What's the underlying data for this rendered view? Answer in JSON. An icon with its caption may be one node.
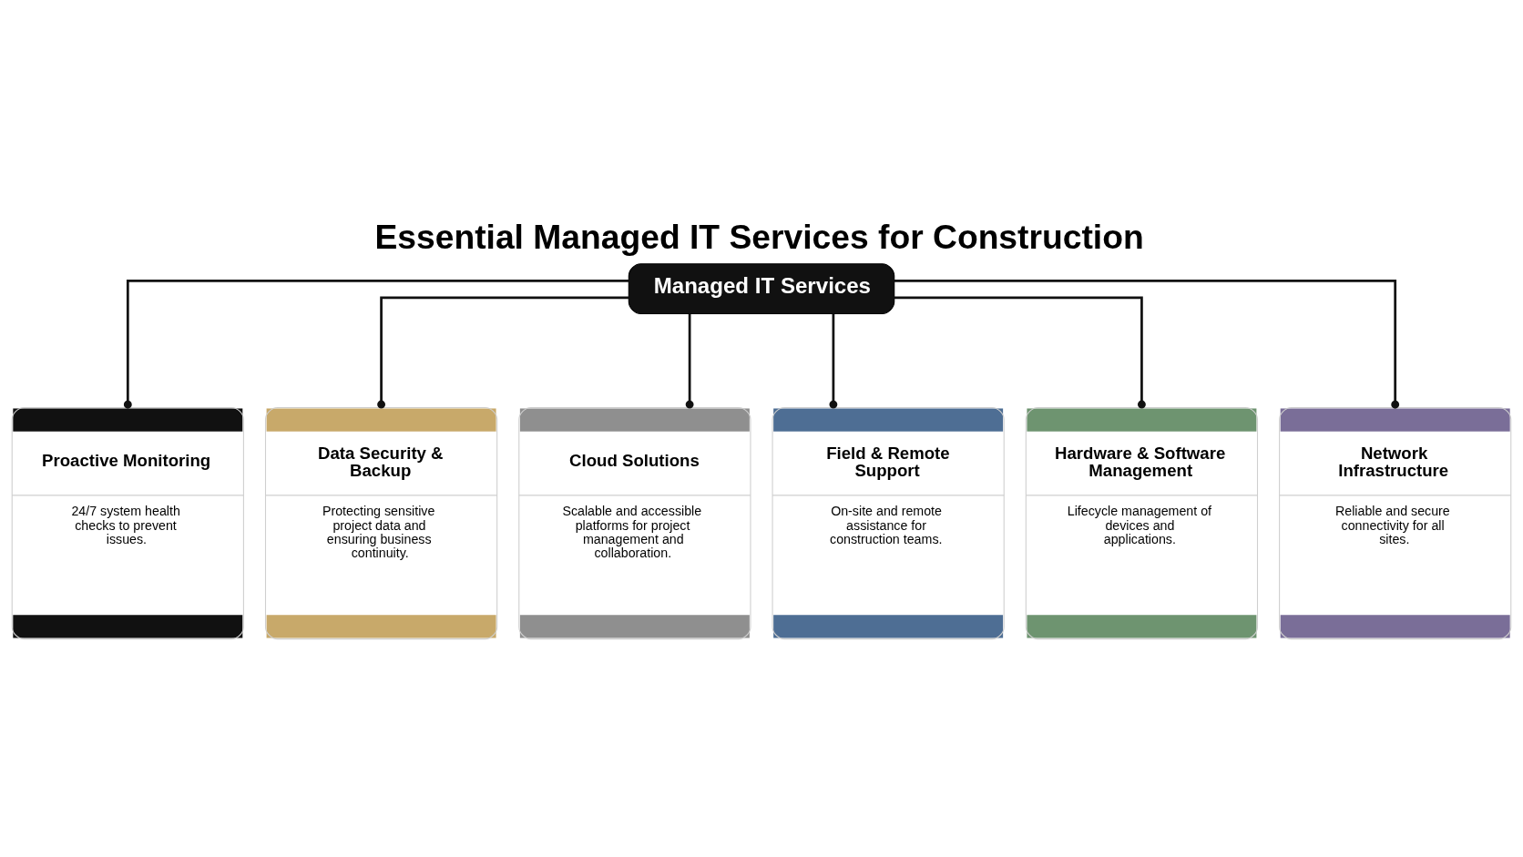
{
  "diagram": {
    "title": "Essential Managed IT Services for Construction",
    "nodes": [
      {
        "text": [
          "Managed IT Services"
        ]
      },
      {
        "text": [
          "Proactive Monitoring",
          "24/7 system health checks to prevent issues."
        ]
      },
      {
        "text": [
          "Data Security & Backup",
          "Protecting sensitive project data and ensuring business continuity."
        ]
      },
      {
        "text": [
          "Cloud Solutions",
          "Scalable and accessible platforms for project management and collaboration."
        ]
      },
      {
        "text": [
          "Field & Remote Support",
          "On-site and remote assistance for construction teams."
        ]
      },
      {
        "text": [
          "Hardware & Software Management",
          "Lifecycle management of devices and applications."
        ]
      },
      {
        "text": [
          "Network Infrastructure",
          "Reliable and secure connectivity for all sites."
        ]
      }
    ],
    "edges": [
      {
        "from": 0,
        "to": 1,
        "arrow": "other"
      },
      {
        "from": 0,
        "to": 2,
        "arrow": "other"
      },
      {
        "from": 0,
        "to": 3,
        "arrow": "other"
      },
      {
        "from": 0,
        "to": 4,
        "arrow": "other"
      },
      {
        "from": 0,
        "to": 5,
        "arrow": "other"
      },
      {
        "from": 0,
        "to": 6,
        "arrow": "other"
      }
    ]
  }
}
